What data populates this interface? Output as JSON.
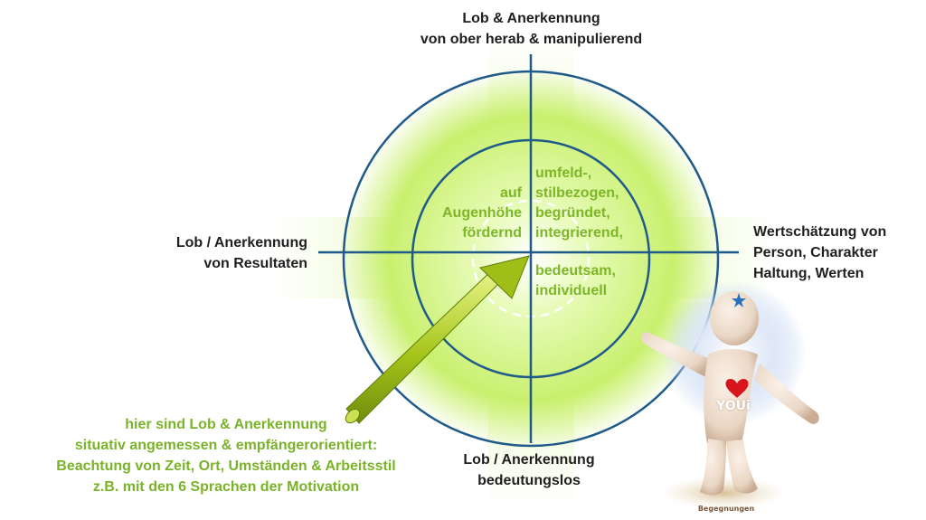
{
  "labels": {
    "top": [
      "Lob & Anerkennung",
      "von ober herab & manipulierend"
    ],
    "left": [
      "Lob / Anerkennung",
      "von Resultaten"
    ],
    "right": [
      "Wertschätzung von",
      "Person, Charakter",
      "Haltung, Werten"
    ],
    "bottom": [
      "Lob / Anerkennung",
      "bedeutungslos"
    ]
  },
  "inner": {
    "left": [
      "auf",
      "Augenhöhe",
      "fördernd"
    ],
    "right_top": [
      "umfeld-,",
      "stilbezogen,",
      "begründet,",
      "integrierend,"
    ],
    "right_bottom": [
      "bedeutsam,",
      "individuell"
    ]
  },
  "note": [
    "hier sind Lob & Anerkennung",
    "situativ angemessen & empfängerorientiert:",
    "Beachtung von Zeit, Ort, Umständen & Arbeitsstil",
    "z.B. mit den 6 Sprachen der Motivation"
  ],
  "figure": {
    "chest_text": "YOUi",
    "caption": "Begegnungen"
  },
  "colors": {
    "circle_stroke": "#1f5a8a",
    "axis": "#1f5a8a",
    "green_text": "#7db628",
    "glow": "#c6f06a"
  }
}
